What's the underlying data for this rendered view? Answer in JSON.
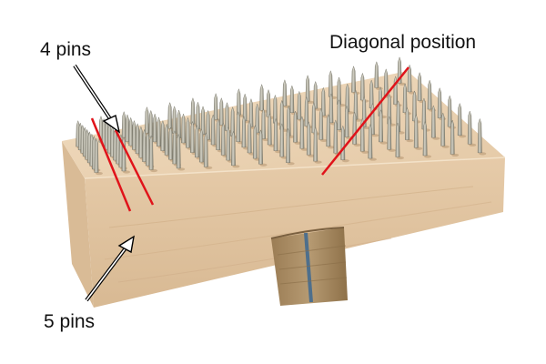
{
  "annotations": {
    "diagonal_label": "Diagonal position",
    "four_pins_label": "4 pins",
    "five_pins_label": "5 pins"
  },
  "colors": {
    "wood_top": "#e9d2b4",
    "wood_front": "#e2c6a3",
    "wood_side": "#d6b895",
    "pin_shaft": "#b9b7a8",
    "guide_line": "#e0131a",
    "strap": "#a88b63",
    "strap_stripe": "#4e6f8c"
  }
}
